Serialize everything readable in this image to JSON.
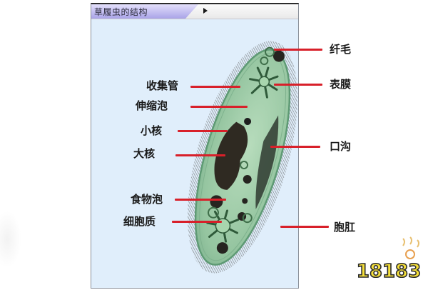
{
  "window": {
    "title": "草履虫的结构",
    "play_icon": "play-triangle-icon"
  },
  "diagram": {
    "subject": "草履虫 (Paramecium)",
    "labels_left": [
      {
        "id": "collecting-tube",
        "text": "收集管"
      },
      {
        "id": "contractile-vacuole",
        "text": "伸缩泡"
      },
      {
        "id": "micronucleus",
        "text": "小核"
      },
      {
        "id": "macronucleus",
        "text": "大核"
      },
      {
        "id": "food-vacuole",
        "text": "食物泡"
      },
      {
        "id": "cytoplasm",
        "text": "细胞质"
      }
    ],
    "labels_right": [
      {
        "id": "cilia",
        "text": "纤毛"
      },
      {
        "id": "pellicle",
        "text": "表膜"
      },
      {
        "id": "oral-groove",
        "text": "口沟"
      },
      {
        "id": "anal-pore",
        "text": "胞肛"
      }
    ],
    "colors": {
      "leader_line": "#d8202a",
      "panel_bg": "#e0eefb",
      "cell_fill": "#9cc9a4",
      "cell_edge": "#5e9a74",
      "cilia": "#8a8f94",
      "nucleus": "#2e2a22"
    }
  },
  "watermark": {
    "text": "18183"
  }
}
